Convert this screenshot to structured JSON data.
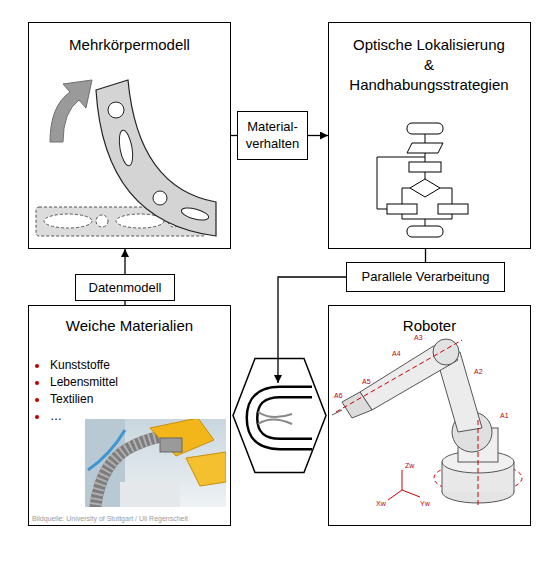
{
  "diagram": {
    "nodes": [
      {
        "text": [
          "Mehrkörpermodell"
        ]
      },
      {
        "text": [
          "Material- verhalten"
        ]
      },
      {
        "text": [
          "Optische Lokalisierung & Handhabungsstrategien"
        ]
      },
      {
        "text": [
          "Datenmodell"
        ]
      },
      {
        "text": [
          "Parallele Verarbeitung"
        ]
      },
      {
        "text": [
          "Weiche Materialien",
          "Kunststoffe",
          "Lebensmittel",
          "Textilien",
          "…",
          "Bildquelle: University of Stuttgart / Uli Regenscheit"
        ]
      },
      {
        "text": [
          "Roboter"
        ]
      }
    ],
    "edges": [
      {
        "from": 0,
        "to": 1,
        "arrow": "none"
      },
      {
        "from": 1,
        "to": 2,
        "arrow": "to"
      },
      {
        "from": 5,
        "to": 3,
        "arrow": "none"
      },
      {
        "from": 3,
        "to": 0,
        "arrow": "to"
      },
      {
        "from": 2,
        "to": 4,
        "arrow": "none"
      },
      {
        "from": 5,
        "to": 6,
        "arrow": "both"
      }
    ],
    "labels": [
      "A1",
      "A2",
      "A3",
      "A4",
      "A5",
      "A6",
      "Zw",
      "Xw",
      "Yw"
    ]
  }
}
